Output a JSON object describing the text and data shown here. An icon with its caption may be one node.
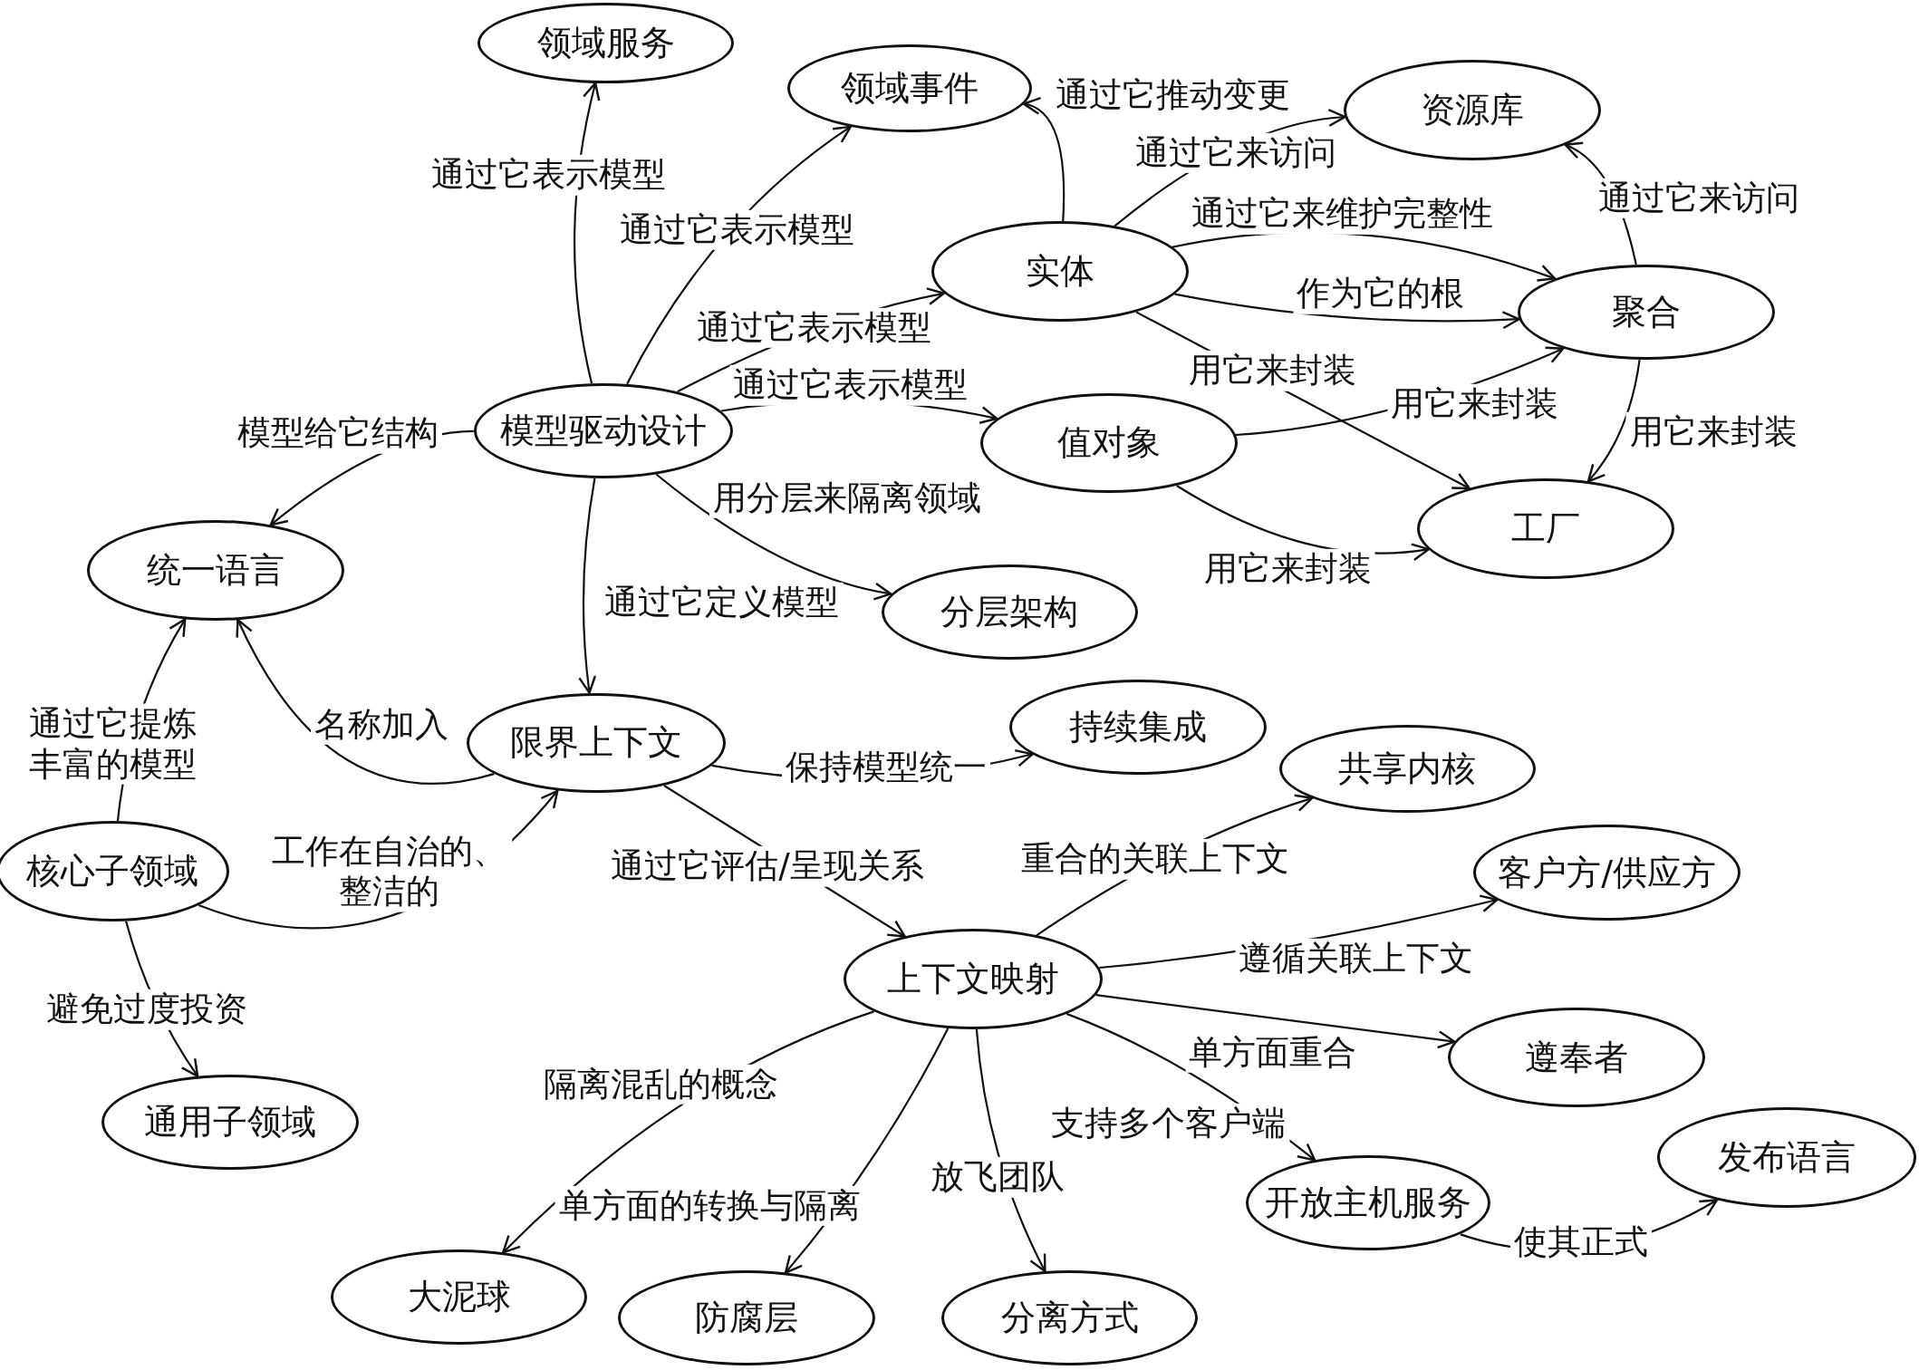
{
  "diagram": {
    "nodes": [
      {
        "text": [
          "领域服务"
        ]
      },
      {
        "text": [
          "领域事件"
        ]
      },
      {
        "text": [
          "资源库"
        ]
      },
      {
        "text": [
          "实体"
        ]
      },
      {
        "text": [
          "聚合"
        ]
      },
      {
        "text": [
          "模型驱动设计"
        ]
      },
      {
        "text": [
          "值对象"
        ]
      },
      {
        "text": [
          "统一语言"
        ]
      },
      {
        "text": [
          "工厂"
        ]
      },
      {
        "text": [
          "分层架构"
        ]
      },
      {
        "text": [
          "限界上下文"
        ]
      },
      {
        "text": [
          "持续集成"
        ]
      },
      {
        "text": [
          "共享内核"
        ]
      },
      {
        "text": [
          "核心子领域"
        ]
      },
      {
        "text": [
          "客户方/供应方"
        ]
      },
      {
        "text": [
          "上下文映射"
        ]
      },
      {
        "text": [
          "遵奉者"
        ]
      },
      {
        "text": [
          "通用子领域"
        ]
      },
      {
        "text": [
          "发布语言"
        ]
      },
      {
        "text": [
          "开放主机服务"
        ]
      },
      {
        "text": [
          "大泥球"
        ]
      },
      {
        "text": [
          "防腐层"
        ]
      },
      {
        "text": [
          "分离方式"
        ]
      }
    ],
    "edges": [
      {
        "from": 5,
        "to": 0,
        "arrow": "to",
        "label": "通过它表示模型"
      },
      {
        "from": 5,
        "to": 1,
        "arrow": "to",
        "label": "通过它表示模型"
      },
      {
        "from": 5,
        "to": 3,
        "arrow": "to",
        "label": "通过它表示模型"
      },
      {
        "from": 5,
        "to": 6,
        "arrow": "to",
        "label": "通过它表示模型"
      },
      {
        "from": 5,
        "to": 7,
        "arrow": "to",
        "label": "模型给它结构"
      },
      {
        "from": 5,
        "to": 9,
        "arrow": "to",
        "label": "用分层来隔离领域"
      },
      {
        "from": 5,
        "to": 10,
        "arrow": "to",
        "label": "通过它定义模型"
      },
      {
        "from": 3,
        "to": 1,
        "arrow": "to",
        "label": "通过它推动变更"
      },
      {
        "from": 3,
        "to": 2,
        "arrow": "to",
        "label": "通过它来访问"
      },
      {
        "from": 3,
        "to": 4,
        "arrow": "to",
        "label": "通过它来维护完整性"
      },
      {
        "from": 3,
        "to": 4,
        "arrow": "to",
        "label": "作为它的根"
      },
      {
        "from": 3,
        "to": 8,
        "arrow": "to",
        "label": "用它来封装"
      },
      {
        "from": 4,
        "to": 2,
        "arrow": "to",
        "label": "通过它来访问"
      },
      {
        "from": 4,
        "to": 8,
        "arrow": "to",
        "label": "用它来封装"
      },
      {
        "from": 6,
        "to": 4,
        "arrow": "to",
        "label": "用它来封装"
      },
      {
        "from": 6,
        "to": 8,
        "arrow": "to",
        "label": "用它来封装"
      },
      {
        "from": 10,
        "to": 7,
        "arrow": "to",
        "label": "名称加入"
      },
      {
        "from": 10,
        "to": 11,
        "arrow": "to",
        "label": "保持模型统一"
      },
      {
        "from": 10,
        "to": 15,
        "arrow": "to",
        "label": "通过它评估/呈现关系"
      },
      {
        "from": 13,
        "to": 7,
        "arrow": "to",
        "label": "通过它提炼丰富的模型"
      },
      {
        "from": 13,
        "to": 10,
        "arrow": "to",
        "label": "工作在自治的、整洁的"
      },
      {
        "from": 13,
        "to": 17,
        "arrow": "to",
        "label": "避免过度投资"
      },
      {
        "from": 15,
        "to": 12,
        "arrow": "to",
        "label": "重合的关联上下文"
      },
      {
        "from": 15,
        "to": 14,
        "arrow": "to",
        "label": "遵循关联上下文"
      },
      {
        "from": 15,
        "to": 16,
        "arrow": "to",
        "label": "单方面重合"
      },
      {
        "from": 15,
        "to": 19,
        "arrow": "to",
        "label": "支持多个客户端"
      },
      {
        "from": 15,
        "to": 20,
        "arrow": "to",
        "label": "隔离混乱的概念"
      },
      {
        "from": 15,
        "to": 21,
        "arrow": "to",
        "label": "单方面的转换与隔离"
      },
      {
        "from": 15,
        "to": 22,
        "arrow": "to",
        "label": "放飞团队"
      },
      {
        "from": 19,
        "to": 18,
        "arrow": "to",
        "label": "使其正式"
      }
    ]
  }
}
